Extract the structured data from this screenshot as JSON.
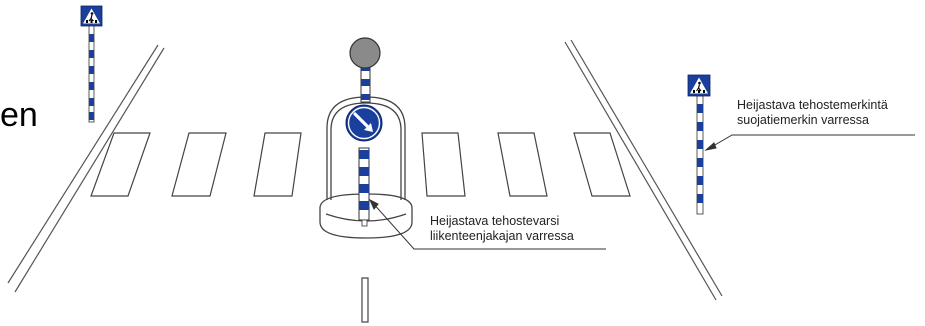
{
  "left_fragment": "en",
  "callouts": {
    "right": {
      "line1": "Heijastava tehostemerkintä",
      "line2": "suojatiemerkin varressa"
    },
    "center": {
      "line1": "Heijastava tehostevarsi",
      "line2": "liikenteenjakajan varressa"
    }
  },
  "colors": {
    "sign_blue": "#1a3f9c",
    "line": "#555555",
    "lamp": "#8a8a8a",
    "background": "#ffffff"
  },
  "icons": {
    "crossing_sign": "pedestrian-crossing-sign-icon",
    "keep_right_sign": "keep-right-arrow-sign-icon",
    "lamp": "beacon-lamp-icon"
  }
}
